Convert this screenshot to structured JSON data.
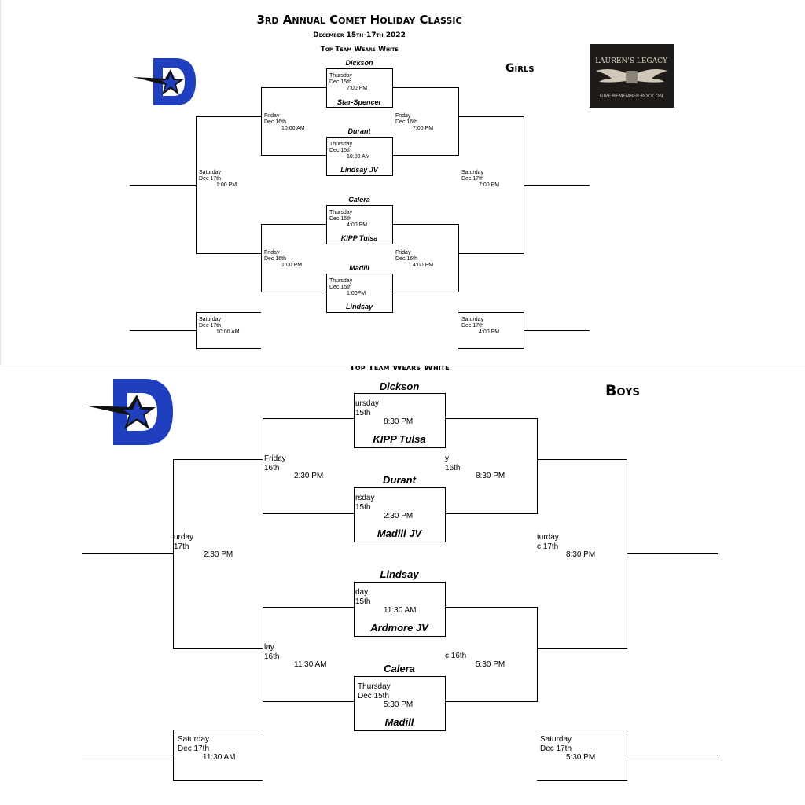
{
  "girls": {
    "title": "3rd Annual Comet Holiday Classic",
    "dates": "December 15th-17th 2022",
    "note": "Top Team Wears White",
    "label": "Girls",
    "sponsor": {
      "name": "LAUREN'S LEGACY",
      "tagline": "GIVE·REMEMBER·ROCK ON"
    },
    "teams": {
      "dickson": "Dickson",
      "star_spencer": "Star-Spencer",
      "durant": "Durant",
      "lindsay_jv": "Lindsay JV",
      "calera": "Calera",
      "kipp_tulsa": "KIPP Tulsa",
      "madill": "Madill",
      "lindsay": "Lindsay"
    },
    "games": {
      "g1": {
        "day": "Thursday",
        "date": "Dec 15th",
        "time": "7:00 PM"
      },
      "g2": {
        "day": "Thursday",
        "date": "Dec 15th",
        "time": "10:00 AM"
      },
      "g3": {
        "day": "Thursday",
        "date": "Dec 15th",
        "time": "4:00 PM"
      },
      "g4": {
        "day": "Thursday",
        "date": "Dec 15th",
        "time": "1:00PM"
      },
      "cons1": {
        "day": "Friday",
        "date": "Dec 16th",
        "time": "10:00 AM"
      },
      "cons2": {
        "day": "Friday",
        "date": "Dec 16th",
        "time": "1:00 PM"
      },
      "win1": {
        "day": "Friday",
        "date": "Dec 16th",
        "time": "7:00 PM"
      },
      "win2": {
        "day": "Friday",
        "date": "Dec 16th",
        "time": "4:00 PM"
      },
      "cons_final": {
        "day": "Saturday",
        "date": "Dec 17th",
        "time": "1:00 PM"
      },
      "final": {
        "day": "Saturday",
        "date": "Dec 17th",
        "time": "7:00 PM"
      },
      "low_left": {
        "day": "Saturday",
        "date": "Dec 17th",
        "time": "10:00 AM"
      },
      "low_right": {
        "day": "Saturday",
        "date": "Dec 17th",
        "time": "4:00 PM"
      }
    }
  },
  "boys": {
    "note": "Top Team Wears White",
    "label": "Boys",
    "teams": {
      "dickson": "Dickson",
      "kipp_tulsa": "KIPP Tulsa",
      "durant": "Durant",
      "madill_jv": "Madill JV",
      "lindsay": "Lindsay",
      "ardmore_jv": "Ardmore JV",
      "calera": "Calera",
      "madill": "Madill"
    },
    "games": {
      "g1": {
        "day": "ursday",
        "date": "15th",
        "time": "8:30 PM"
      },
      "g2": {
        "day": "rsday",
        "date": "15th",
        "time": "2:30 PM"
      },
      "g3": {
        "day": "day",
        "date": "15th",
        "time": "11:30 AM"
      },
      "g4": {
        "day": "Thursday",
        "date": "Dec 15th",
        "time": "5:30 PM"
      },
      "cons1": {
        "day": "Friday",
        "date": "16th",
        "time": "2:30 PM"
      },
      "cons2": {
        "day": "lay",
        "date": "16th",
        "time": "11:30 AM"
      },
      "win1": {
        "day": "y",
        "date": "16th",
        "time": "8:30 PM"
      },
      "win2": {
        "day": "",
        "date": "c 16th",
        "time": "5:30 PM"
      },
      "cons_final": {
        "day": "urday",
        "date": "17th",
        "time": "2:30 PM"
      },
      "final": {
        "day": "turday",
        "date": "c 17th",
        "time": "8:30 PM"
      },
      "low_left": {
        "day": "Saturday",
        "date": "Dec 17th",
        "time": "11:30 AM"
      },
      "low_right": {
        "day": "Saturday",
        "date": "Dec 17th",
        "time": "5:30 PM"
      }
    }
  },
  "colors": {
    "logo_blue": "#1f3fbf",
    "logo_dark": "#0b1a5e",
    "star": "#111111",
    "sponsor_bg": "#1e1b18",
    "sponsor_text": "#d9d2c4"
  },
  "icons": {
    "girls_logo": "durant-d-star-logo",
    "boys_logo": "durant-d-star-logo",
    "sponsor": "laurens-legacy-wings-logo"
  }
}
